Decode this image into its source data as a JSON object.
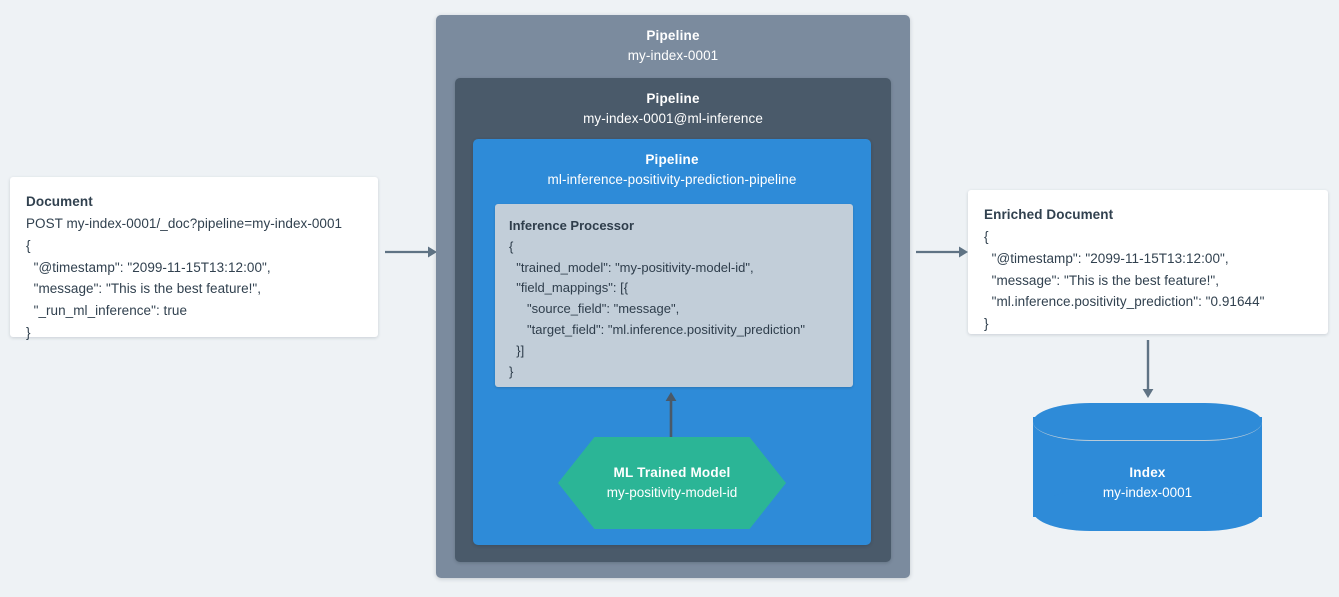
{
  "diagram": {
    "background_color": "#eef2f5",
    "colors": {
      "outer_pipeline": "#7b8b9e",
      "mid_pipeline": "#4a5a6a",
      "inner_pipeline": "#2e8bd8",
      "processor": "#c2ced9",
      "model": "#2bb596",
      "index": "#2e8bd8",
      "arrow": "#5f7384",
      "card": "#ffffff",
      "text_dark": "#31414f"
    }
  },
  "source_document": {
    "title": "Document",
    "lines": [
      "POST my-index-0001/_doc?pipeline=my-index-0001",
      "{",
      "  \"@timestamp\": \"2099-11-15T13:12:00\",",
      "  \"message\": \"This is the best feature!\",",
      "  \"_run_ml_inference\": true",
      "}"
    ]
  },
  "pipelines": {
    "outer": {
      "kind": "Pipeline",
      "name": "my-index-0001"
    },
    "mid": {
      "kind": "Pipeline",
      "name": "my-index-0001@ml-inference"
    },
    "inner": {
      "kind": "Pipeline",
      "name": "ml-inference-positivity-prediction-pipeline"
    }
  },
  "processor": {
    "title": "Inference Processor",
    "lines": [
      "{",
      "  \"trained_model\": \"my-positivity-model-id\",",
      "  \"field_mappings\": [{",
      "     \"source_field\": \"message\",",
      "     \"target_field\": \"ml.inference.positivity_prediction\"",
      "  }]",
      "}"
    ]
  },
  "model": {
    "title": "ML Trained Model",
    "name": "my-positivity-model-id"
  },
  "enriched_document": {
    "title": "Enriched Document",
    "lines": [
      "{",
      "  \"@timestamp\": \"2099-11-15T13:12:00\",",
      "  \"message\": \"This is the best feature!\",",
      "  \"ml.inference.positivity_prediction\": \"0.91644\"",
      "}"
    ]
  },
  "index": {
    "title": "Index",
    "name": "my-index-0001"
  },
  "arrows": {
    "document_to_pipeline": "arrow-right",
    "pipeline_to_enriched": "arrow-right",
    "model_to_processor": "arrow-up",
    "enriched_to_index": "arrow-down"
  }
}
